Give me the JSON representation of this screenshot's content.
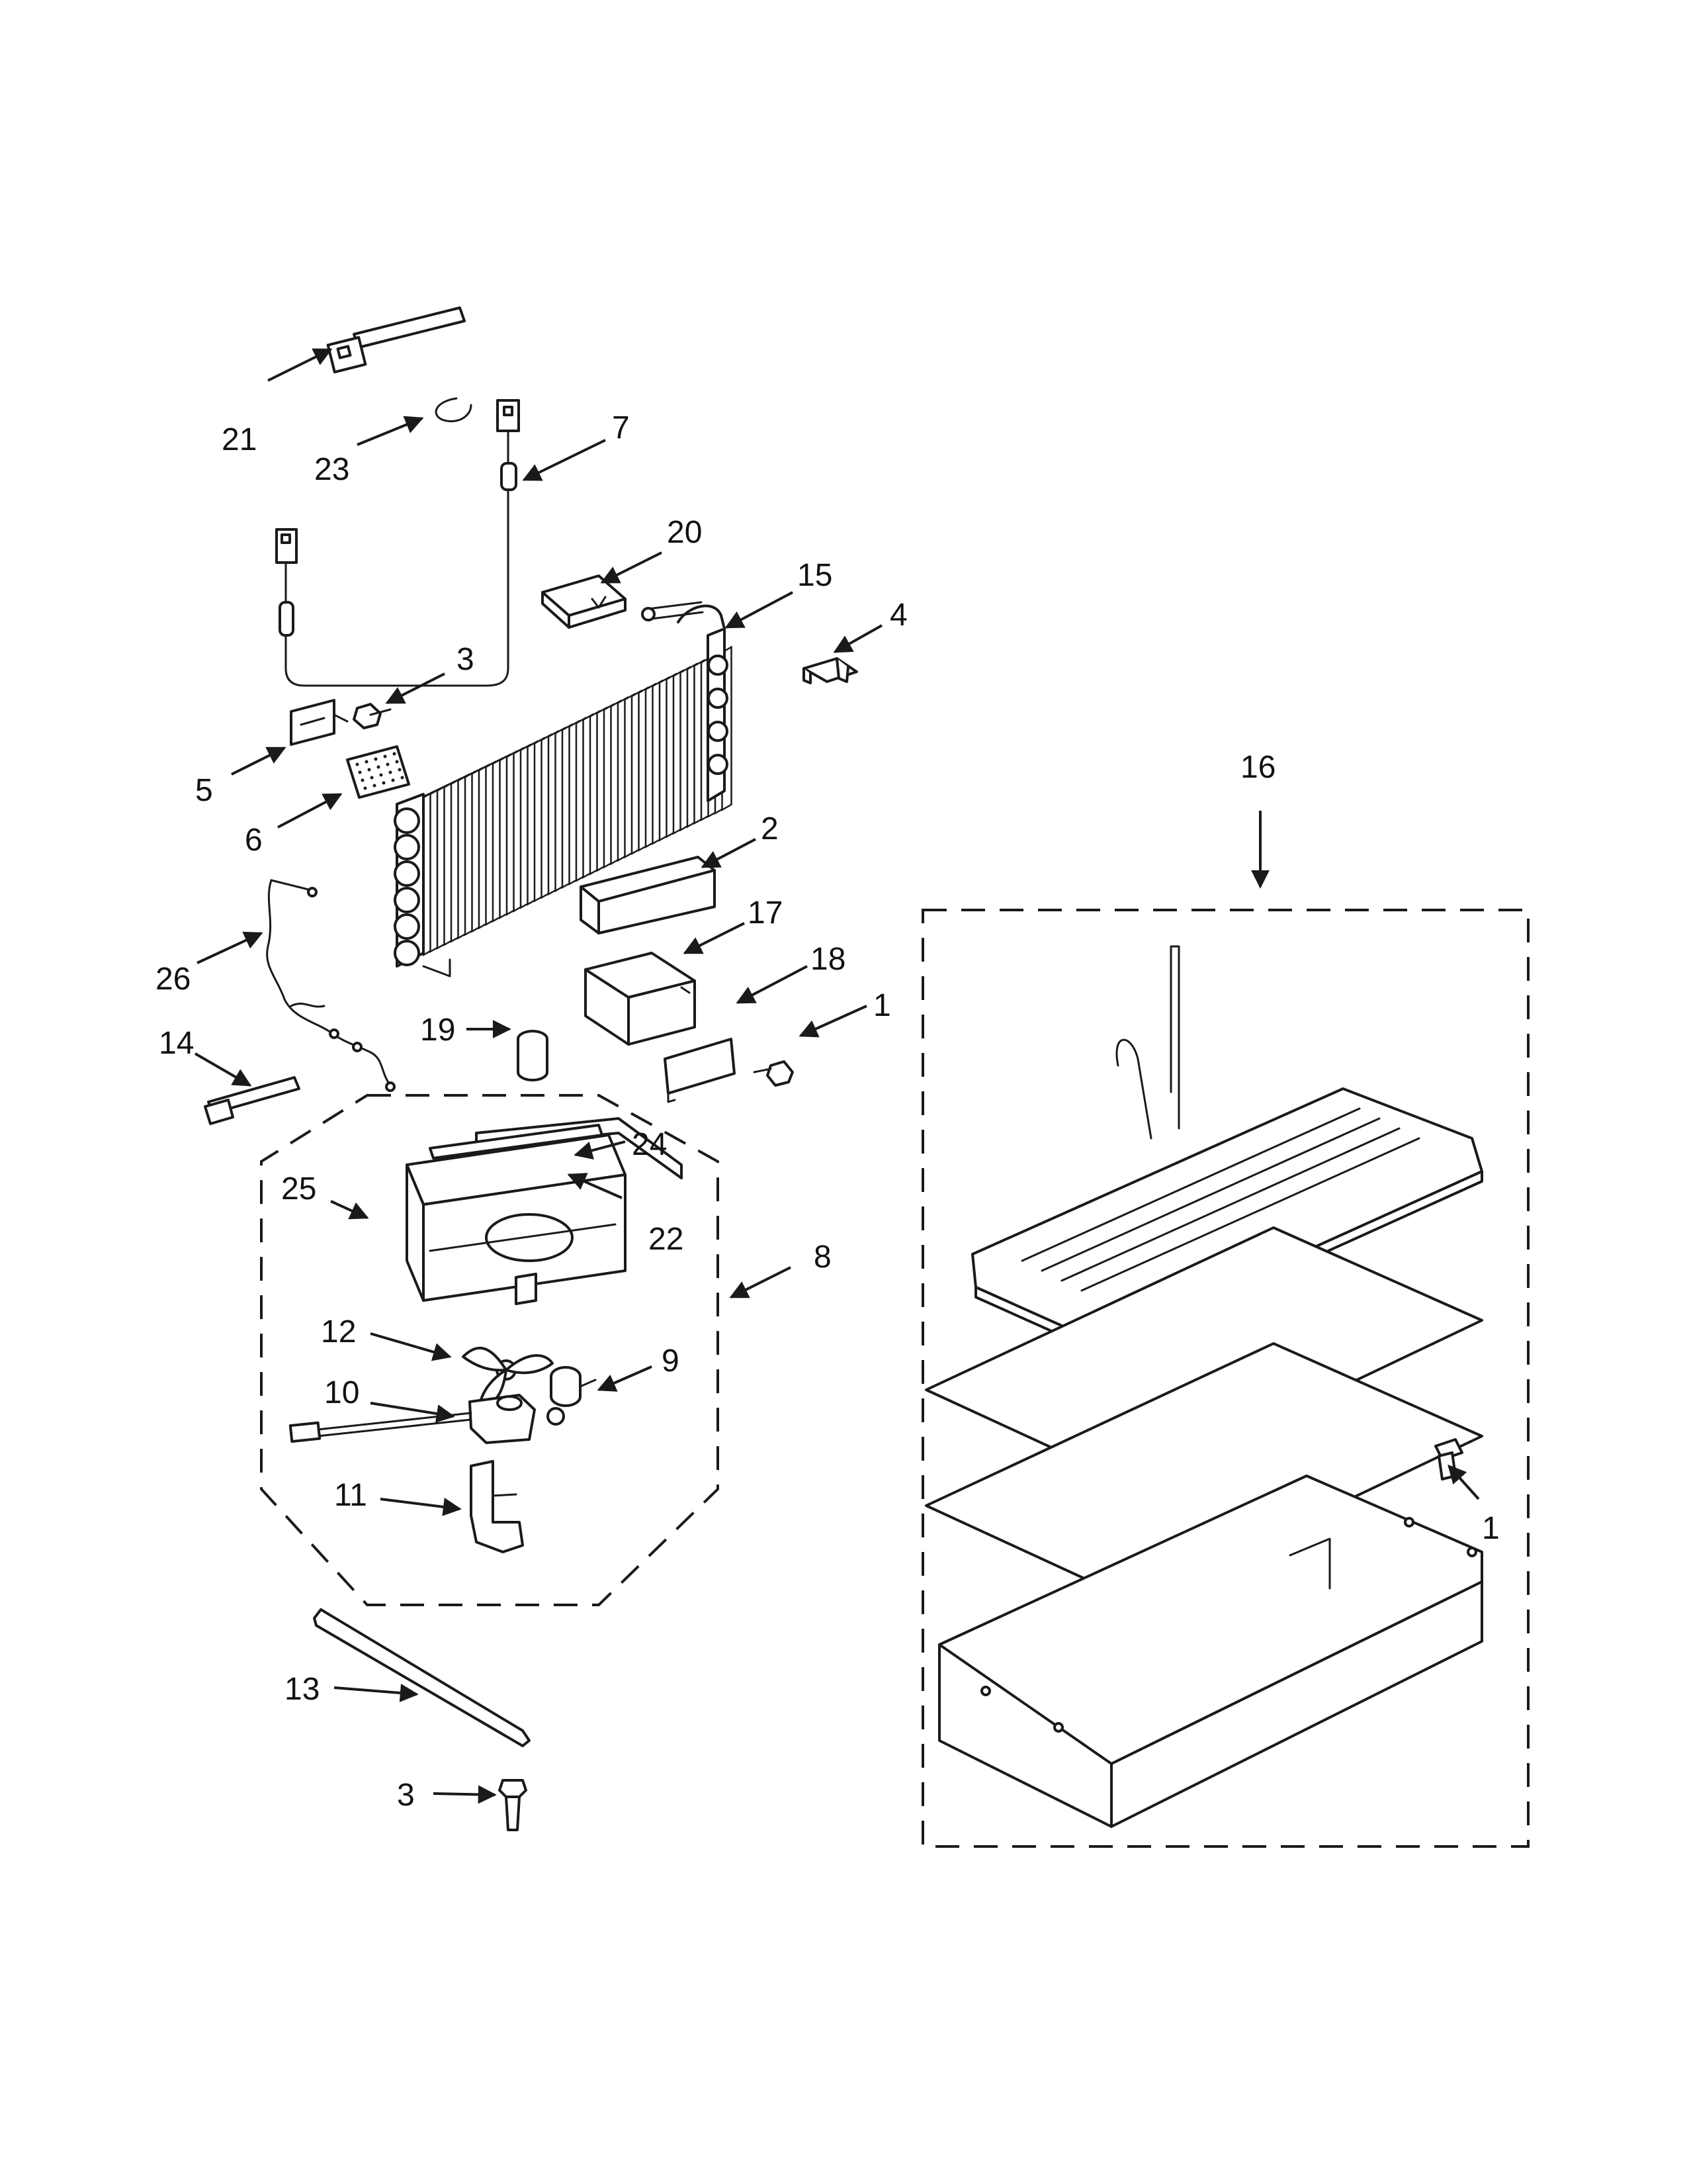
{
  "callouts": [
    {
      "id": "c21",
      "label": "21"
    },
    {
      "id": "c23",
      "label": "23"
    },
    {
      "id": "c7",
      "label": "7"
    },
    {
      "id": "c20",
      "label": "20"
    },
    {
      "id": "c15",
      "label": "15"
    },
    {
      "id": "c4",
      "label": "4"
    },
    {
      "id": "c3a",
      "label": "3"
    },
    {
      "id": "c5",
      "label": "5"
    },
    {
      "id": "c6",
      "label": "6"
    },
    {
      "id": "c16",
      "label": "16"
    },
    {
      "id": "c2",
      "label": "2"
    },
    {
      "id": "c17",
      "label": "17"
    },
    {
      "id": "c18",
      "label": "18"
    },
    {
      "id": "c1a",
      "label": "1"
    },
    {
      "id": "c26",
      "label": "26"
    },
    {
      "id": "c19",
      "label": "19"
    },
    {
      "id": "c14",
      "label": "14"
    },
    {
      "id": "c24",
      "label": "24"
    },
    {
      "id": "c25",
      "label": "25"
    },
    {
      "id": "c22",
      "label": "22"
    },
    {
      "id": "c8",
      "label": "8"
    },
    {
      "id": "c12",
      "label": "12"
    },
    {
      "id": "c9",
      "label": "9"
    },
    {
      "id": "c10",
      "label": "10"
    },
    {
      "id": "c11",
      "label": "11"
    },
    {
      "id": "c1b",
      "label": "1"
    },
    {
      "id": "c13",
      "label": "13"
    },
    {
      "id": "c3b",
      "label": "3"
    }
  ]
}
